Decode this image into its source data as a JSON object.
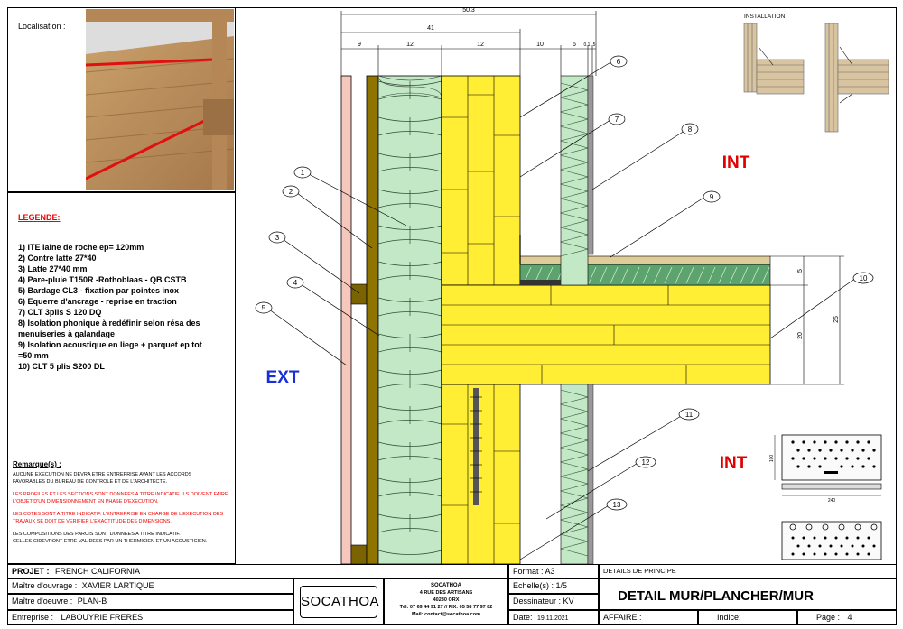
{
  "localisation_label": "Localisation :",
  "legend": {
    "title": "LEGENDE:",
    "items": [
      "1) ITE laine de roche ep= 120mm",
      "2) Contre latte 27*40",
      "3) Latte 27*40 mm",
      "4) Pare-pluie T150R -Rothoblaas - QB CSTB",
      "5) Bardage CL3 - fixation par pointes inox",
      "6) Equerre d'ancrage - reprise en traction",
      "7) CLT 3plis S 120 DQ",
      "8) Isolation phonique à redéfinir selon résa des",
      "menuiseries à galandage",
      "9) Isolation acoustique en liege + parquet ep tot",
      "=50 mm",
      "10) CLT 5 plis S200 DL"
    ]
  },
  "remarks": {
    "title": "Remarque(s) :",
    "lines": [
      {
        "text": "AUCUNE EXECUTION NE DEVRA ETRE ENTREPRISE AVANT LES ACCORDS",
        "red": false
      },
      {
        "text": "FAVORABLES DU BUREAU DE CONTROLE ET DE L'ARCHITECTE.",
        "red": false
      },
      {
        "text": "LES PROFILES ET LES SECTIONS SONT DONNEES A TITRE INDICATIF. ILS DOIVENT FAIRE",
        "red": true
      },
      {
        "text": "L'OBJET D'UN DIMENSIONNEMENT EN PHASE D'EXECUTION.",
        "red": true
      },
      {
        "text": "LES COTES SONT A TITRE INDICATIF. L'ENTREPRISE EN CHARGE DE L'EXECUTION DES",
        "red": true
      },
      {
        "text": "TRAVAUX SE DOIT DE VERIFIER L'EXACTITUDE DES DIMENSIONS.",
        "red": true
      },
      {
        "text": "LES COMPOSITIONS DES PAROIS SONT DONNEES A TITRE INDICATIF.",
        "red": false
      },
      {
        "text": "CELLES-CIDEVRONT ETRE VALIDEES PAR UN THERMICIEN ET UN ACOUSTICIEN.",
        "red": false
      }
    ]
  },
  "drawing": {
    "ext_label": "EXT",
    "int_label_top": "INT",
    "int_label_bottom": "INT",
    "installation_label": "INSTALLATION",
    "dims": {
      "total": "50.3",
      "partial": "41",
      "segments": [
        "9",
        "12",
        "12",
        "10",
        "6",
        "0.1",
        "5"
      ],
      "floor_top": "5",
      "floor_slab": "20",
      "floor_total": "25"
    },
    "callouts": [
      "1",
      "2",
      "3",
      "4",
      "5",
      "6",
      "7",
      "8",
      "9",
      "10",
      "11",
      "12",
      "13"
    ],
    "bracket_dims": {
      "plate_width": "240",
      "plate_height": "100"
    },
    "colors": {
      "clt": "#ffee33",
      "insulation": "#c2e8c6",
      "cladding": "#f5c7bd",
      "batten": "#7a6300",
      "parquet": "#e0cc99",
      "ext_int_text": "#e00000",
      "ext_text": "#1a2ed6"
    }
  },
  "title_block": {
    "projet_label": "PROJET :",
    "projet_value": "FRENCH CALIFORNIA",
    "mo_label": "Maître d'ouvrage :",
    "mo_value": "XAVIER LARTIQUE",
    "moe_label": "Maître d'oeuvre :",
    "moe_value": "PLAN-B",
    "entreprise_label": "Entreprise :",
    "entreprise_value": "LABOUYRIE FRERES",
    "logo": "SOCATHOA",
    "company": {
      "name": "SOCATHOA",
      "address1": "4 RUE DES ARTISANS",
      "address2": "40230 ORX",
      "phone": "Tél: 07 69 44 91 27 // FIX: 05 58 77 97 82",
      "mail": "Mail: contact@socathoa.com"
    },
    "format": "Format : A3",
    "echelle": "Echelle(s) : 1/5",
    "dessinateur": "Dessinateur : KV",
    "date_label": "Date:",
    "date_value": "19.11.2021",
    "details": "DETAILS DE PRINCIPE",
    "title": "DETAIL MUR/PLANCHER/MUR",
    "affaire": "AFFAIRE :",
    "indice": "Indice:",
    "page_label": "Page :",
    "page_value": "4"
  }
}
